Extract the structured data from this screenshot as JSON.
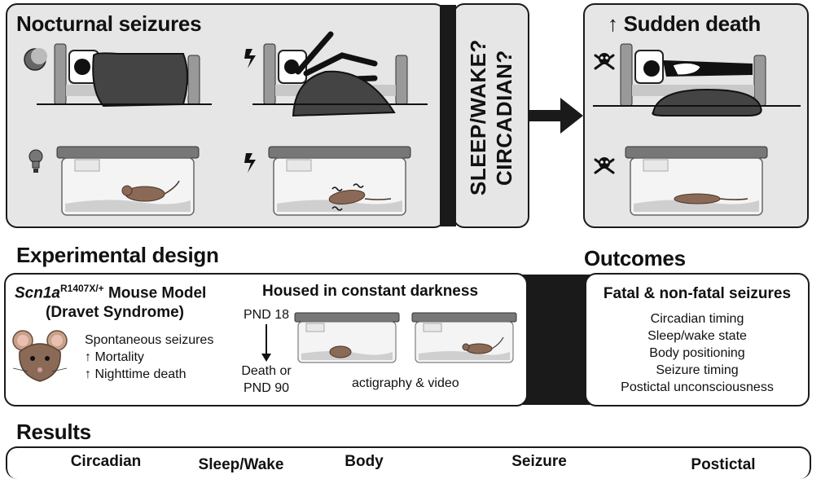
{
  "top": {
    "nocturnal_title": "Nocturnal seizures",
    "question_line1": "SLEEP/WAKE?",
    "question_line2": "CIRCADIAN?",
    "sudden_death_title": "↑ Sudden death"
  },
  "sections": {
    "experimental": "Experimental design",
    "outcomes": "Outcomes",
    "results": "Results"
  },
  "model": {
    "gene": "Scn1a",
    "superscript": "R1407X/+",
    "title_rest": " Mouse Model",
    "subtitle": "(Dravet Syndrome)",
    "bullets": [
      "Spontaneous seizures",
      "↑ Mortality",
      "↑ Nighttime death"
    ]
  },
  "housing": {
    "title": "Housed in constant darkness",
    "start": "PND 18",
    "end_line1": "Death or",
    "end_line2": "PND 90",
    "method": "actigraphy & video"
  },
  "outcomes_box": {
    "title": "Fatal & non-fatal seizures",
    "items": [
      "Circadian timing",
      "Sleep/wake state",
      "Body positioning",
      "Seizure timing",
      "Postictal unconsciousness"
    ]
  },
  "results_columns": [
    "Circadian",
    "Sleep/Wake",
    "Body",
    "Seizure",
    "Postictal"
  ],
  "colors": {
    "panel_gray": "#e6e6e6",
    "dark": "#1a1a1a",
    "mouse_brown": "#8a6a57",
    "blanket": "#444444"
  }
}
